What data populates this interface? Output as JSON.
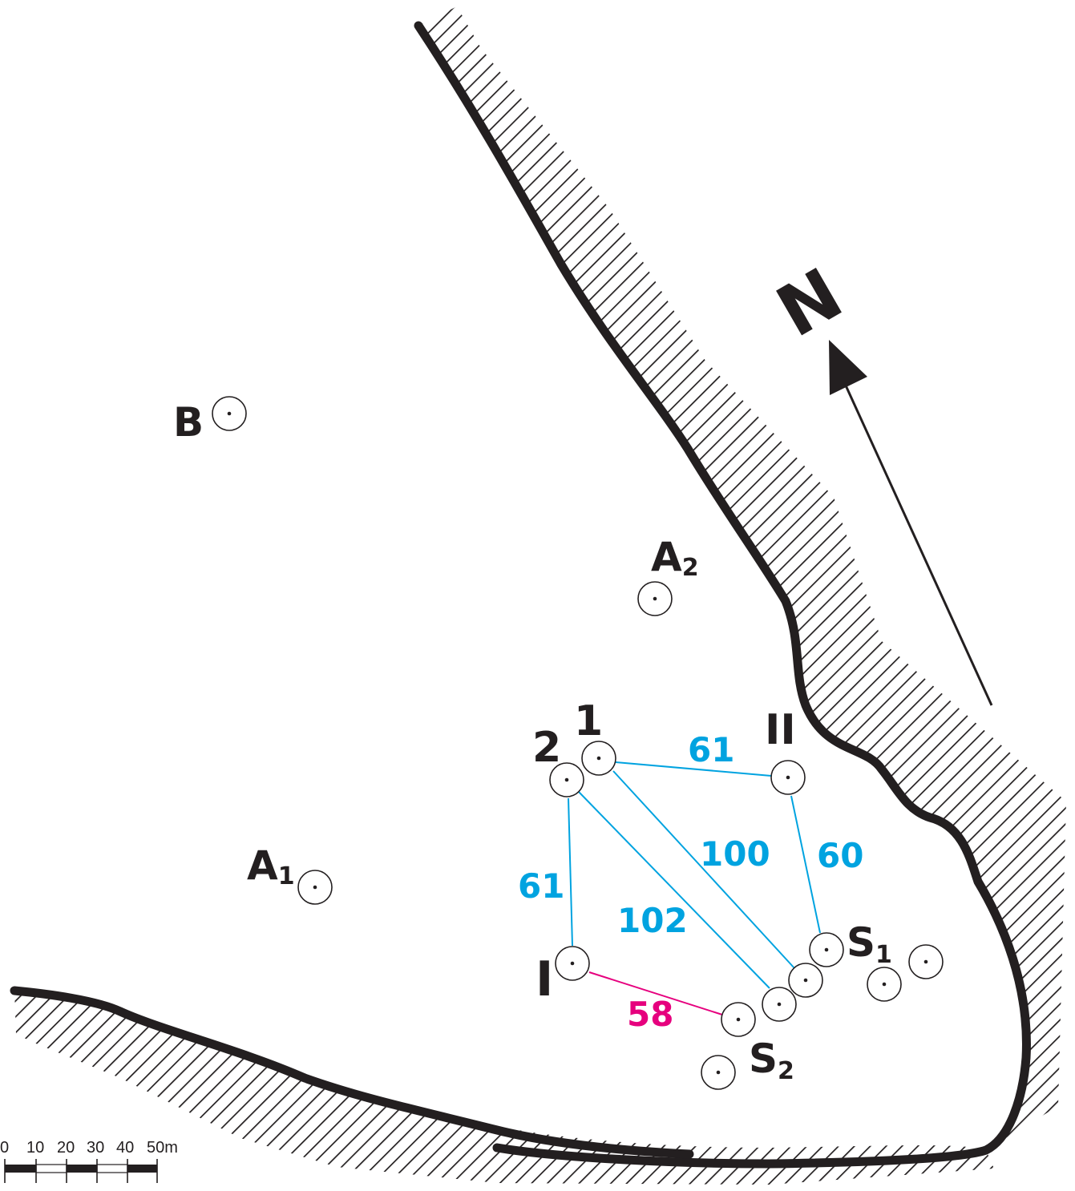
{
  "map": {
    "north_label": "N",
    "points": {
      "B": "B",
      "A2_main": "A",
      "A2_sub": "2",
      "A1_main": "A",
      "A1_sub": "1",
      "p1": "1",
      "p2": "2",
      "pII": "II",
      "pI": "I",
      "S1_main": "S",
      "S1_sub": "1",
      "S2_main": "S",
      "S2_sub": "2"
    },
    "distances": {
      "d_1_II": "61",
      "d_II_S1": "60",
      "d_1_S": "100",
      "d_2_S": "102",
      "d_2_I": "61",
      "d_I_S2": "58"
    },
    "scale": {
      "ticks": [
        "0",
        "10",
        "20",
        "30",
        "40",
        "50m"
      ]
    },
    "colors": {
      "ink": "#231f20",
      "measure": "#00a3e0",
      "highlight": "#e6007e"
    }
  }
}
